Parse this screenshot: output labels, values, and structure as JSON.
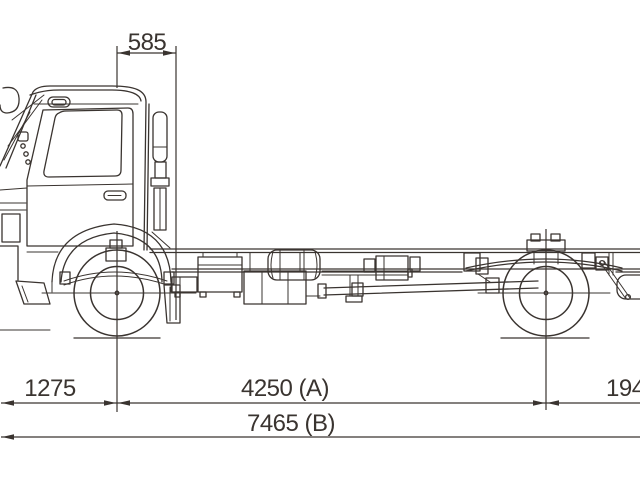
{
  "page": {
    "background": "#ffffff",
    "line_color": "#3a3430"
  },
  "drawing": {
    "subject": "truck cab-chassis side view technical drawing",
    "dimensions": {
      "cab_rear_from_front_axle": "585",
      "front_overhang": "1275",
      "wheelbase": "4250 (A)",
      "rear_overhang_partial": "194",
      "overall_length": "7465 (B)"
    }
  }
}
